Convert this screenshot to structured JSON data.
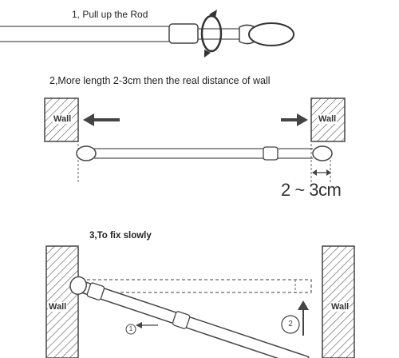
{
  "steps": {
    "step1": "1, Pull up the Rod",
    "step2": "2,More length 2-3cm then the real distance of wall",
    "step3": "3,To fix slowly"
  },
  "measurement": "2 ~ 3cm",
  "wall_label": "Wall",
  "circle_labels": {
    "one": "1",
    "two": "2"
  }
}
